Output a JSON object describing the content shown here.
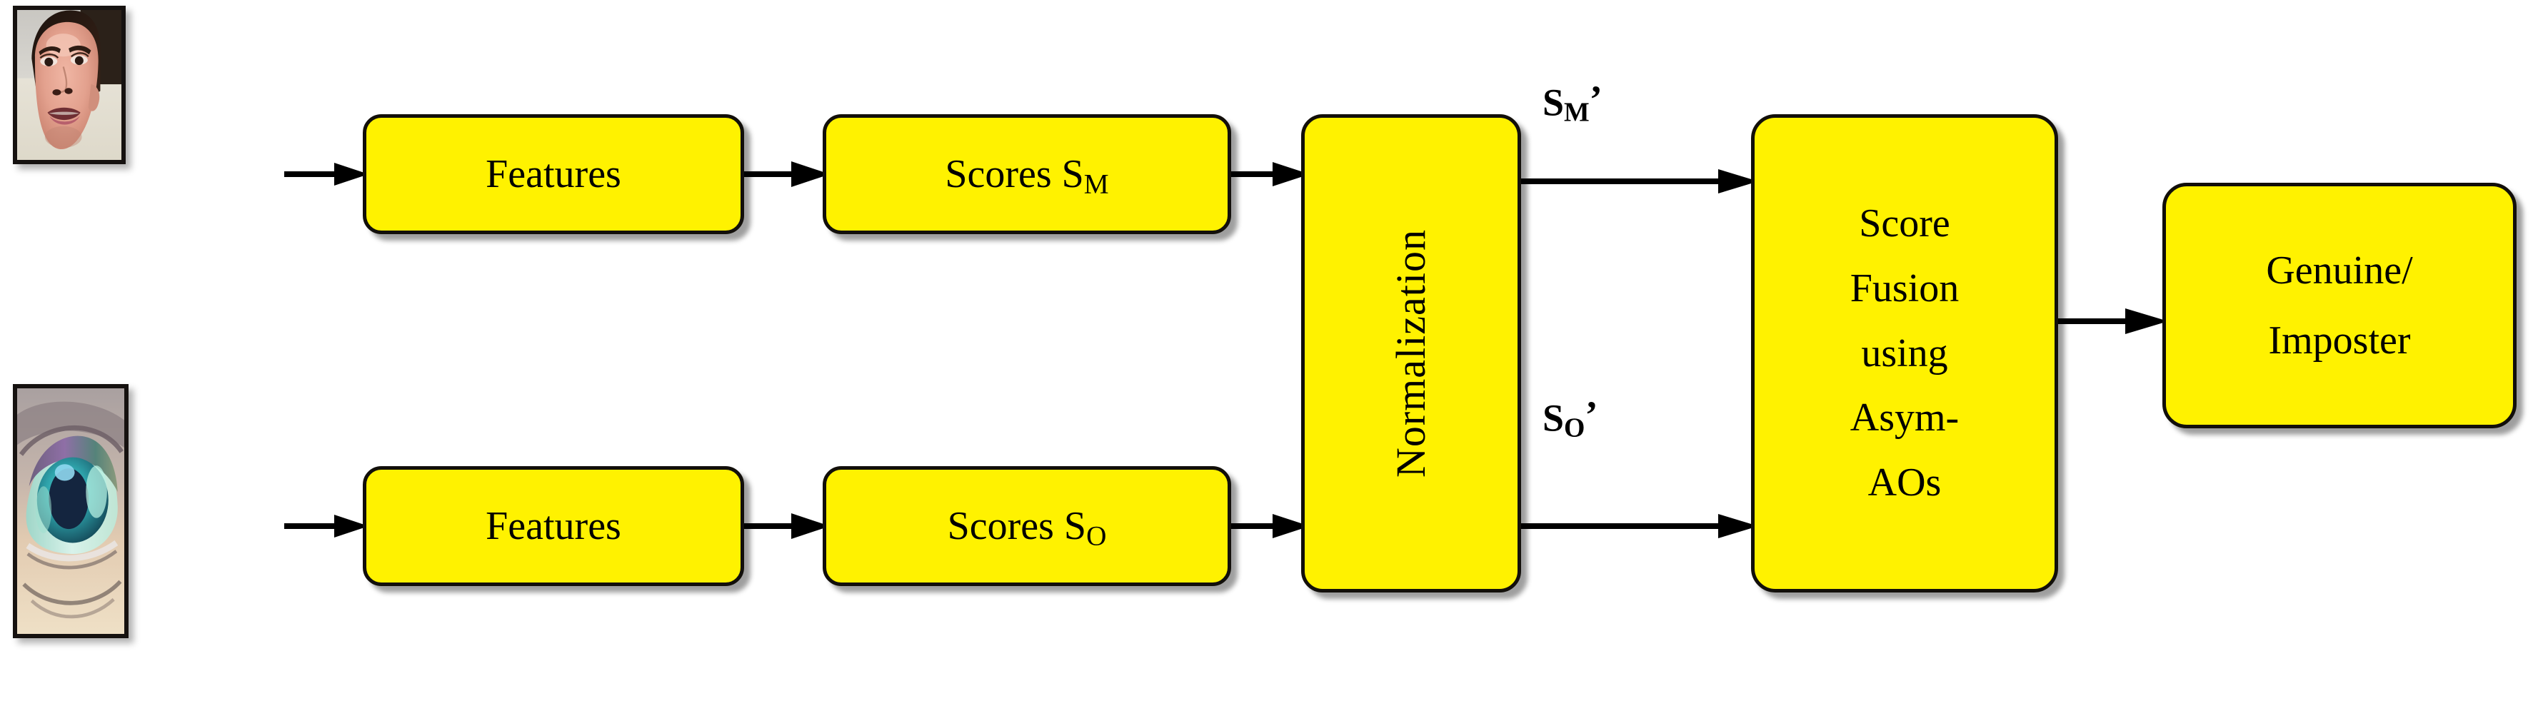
{
  "diagram": {
    "title": "Multimodal biometric score fusion pipeline",
    "accent_color": "#FFF200",
    "border_color": "#120F0A",
    "text_color": "#000000"
  },
  "inputs": [
    {
      "id": "face",
      "name": "face-image",
      "caption": "face photograph thumbnail"
    },
    {
      "id": "ocular",
      "name": "ocular-image",
      "caption": "ocular / eye region photograph thumbnail"
    }
  ],
  "nodes": {
    "features_face": {
      "label": "Features"
    },
    "features_ocular": {
      "label": "Features"
    },
    "scores_m": {
      "label": "Scores S",
      "subscript": "M"
    },
    "scores_o": {
      "label": "Scores S",
      "subscript": "O"
    },
    "normalization": {
      "label": "Normalization"
    },
    "fusion": {
      "lines": [
        "Score",
        "Fusion",
        "using",
        "Asym-",
        "AOs"
      ]
    },
    "decision": {
      "lines": [
        "Genuine/",
        "Imposter"
      ]
    }
  },
  "edge_labels": {
    "normalized_m": {
      "base": "S",
      "subscript": "M",
      "prime": "’"
    },
    "normalized_o": {
      "base": "S",
      "subscript": "O",
      "prime": "’"
    }
  },
  "arrows": [
    {
      "name": "arrow-face-to-features",
      "from": "face-image",
      "to": "features_face"
    },
    {
      "name": "arrow-ocular-to-features",
      "from": "ocular-image",
      "to": "features_ocular"
    },
    {
      "name": "arrow-features-to-scores-m",
      "from": "features_face",
      "to": "scores_m"
    },
    {
      "name": "arrow-features-to-scores-o",
      "from": "features_ocular",
      "to": "scores_o"
    },
    {
      "name": "arrow-scores-m-to-normalization",
      "from": "scores_m",
      "to": "normalization"
    },
    {
      "name": "arrow-scores-o-to-normalization",
      "from": "scores_o",
      "to": "normalization"
    },
    {
      "name": "arrow-normalization-to-fusion-top",
      "from": "normalization",
      "to": "fusion"
    },
    {
      "name": "arrow-normalization-to-fusion-bottom",
      "from": "normalization",
      "to": "fusion"
    },
    {
      "name": "arrow-fusion-to-decision",
      "from": "fusion",
      "to": "decision"
    }
  ]
}
